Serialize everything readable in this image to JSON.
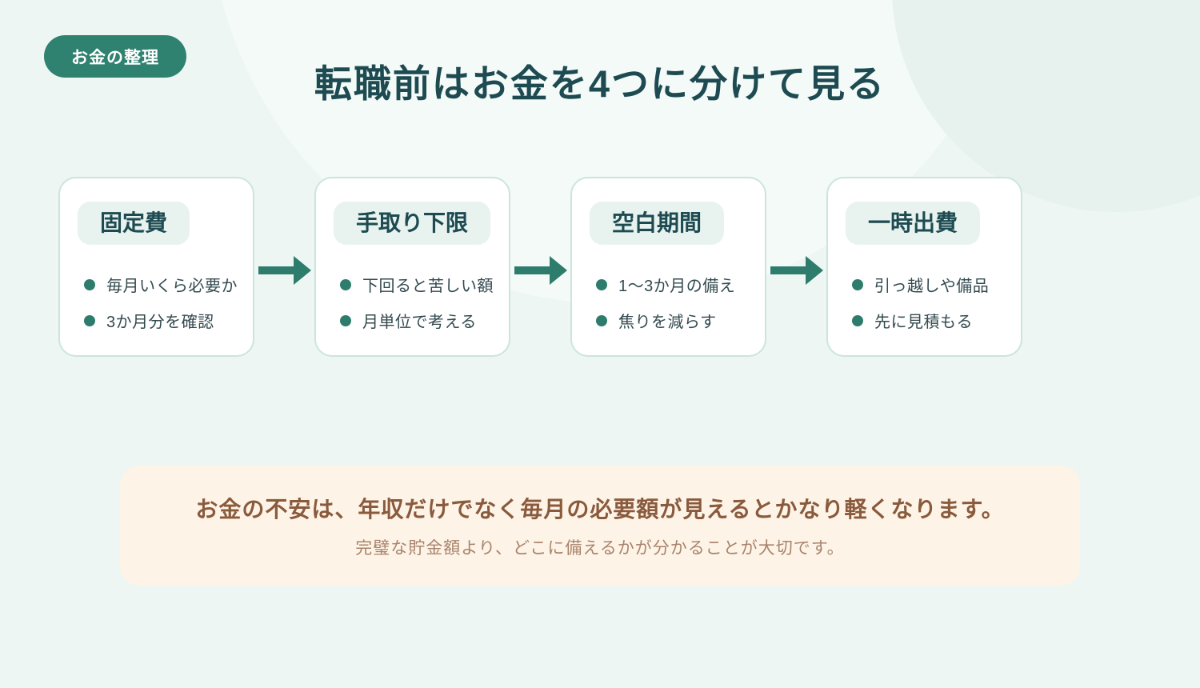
{
  "page": {
    "badge": "お金の整理",
    "title": "転職前はお金を4つに分けて見る"
  },
  "cards": [
    {
      "title": "固定費",
      "bullets": [
        "毎月いくら必要か",
        "3か月分を確認"
      ]
    },
    {
      "title": "手取り下限",
      "bullets": [
        "下回ると苦しい額",
        "月単位で考える"
      ]
    },
    {
      "title": "空白期間",
      "bullets": [
        "1〜3か月の備え",
        "焦りを減らす"
      ]
    },
    {
      "title": "一時出費",
      "bullets": [
        "引っ越しや備品",
        "先に見積もる"
      ]
    }
  ],
  "note": {
    "headline": "お金の不安は、年収だけでなく毎月の必要額が見えるとかなり軽くなります。",
    "subtext": "完璧な貯金額より、どこに備えるかが分かることが大切です。"
  },
  "colors": {
    "background": "#edf6f3",
    "accent_teal": "#2f8170",
    "dark_teal_text": "#1e4b52",
    "card_border": "#cde4dc",
    "chip_background": "#e8f3ef",
    "bullet_dot": "#2e7c6c",
    "bullet_text": "#334a4f",
    "note_background": "#fdf4e7",
    "note_headline_text": "#8a5a3d",
    "note_subtext_text": "#a9836c"
  }
}
